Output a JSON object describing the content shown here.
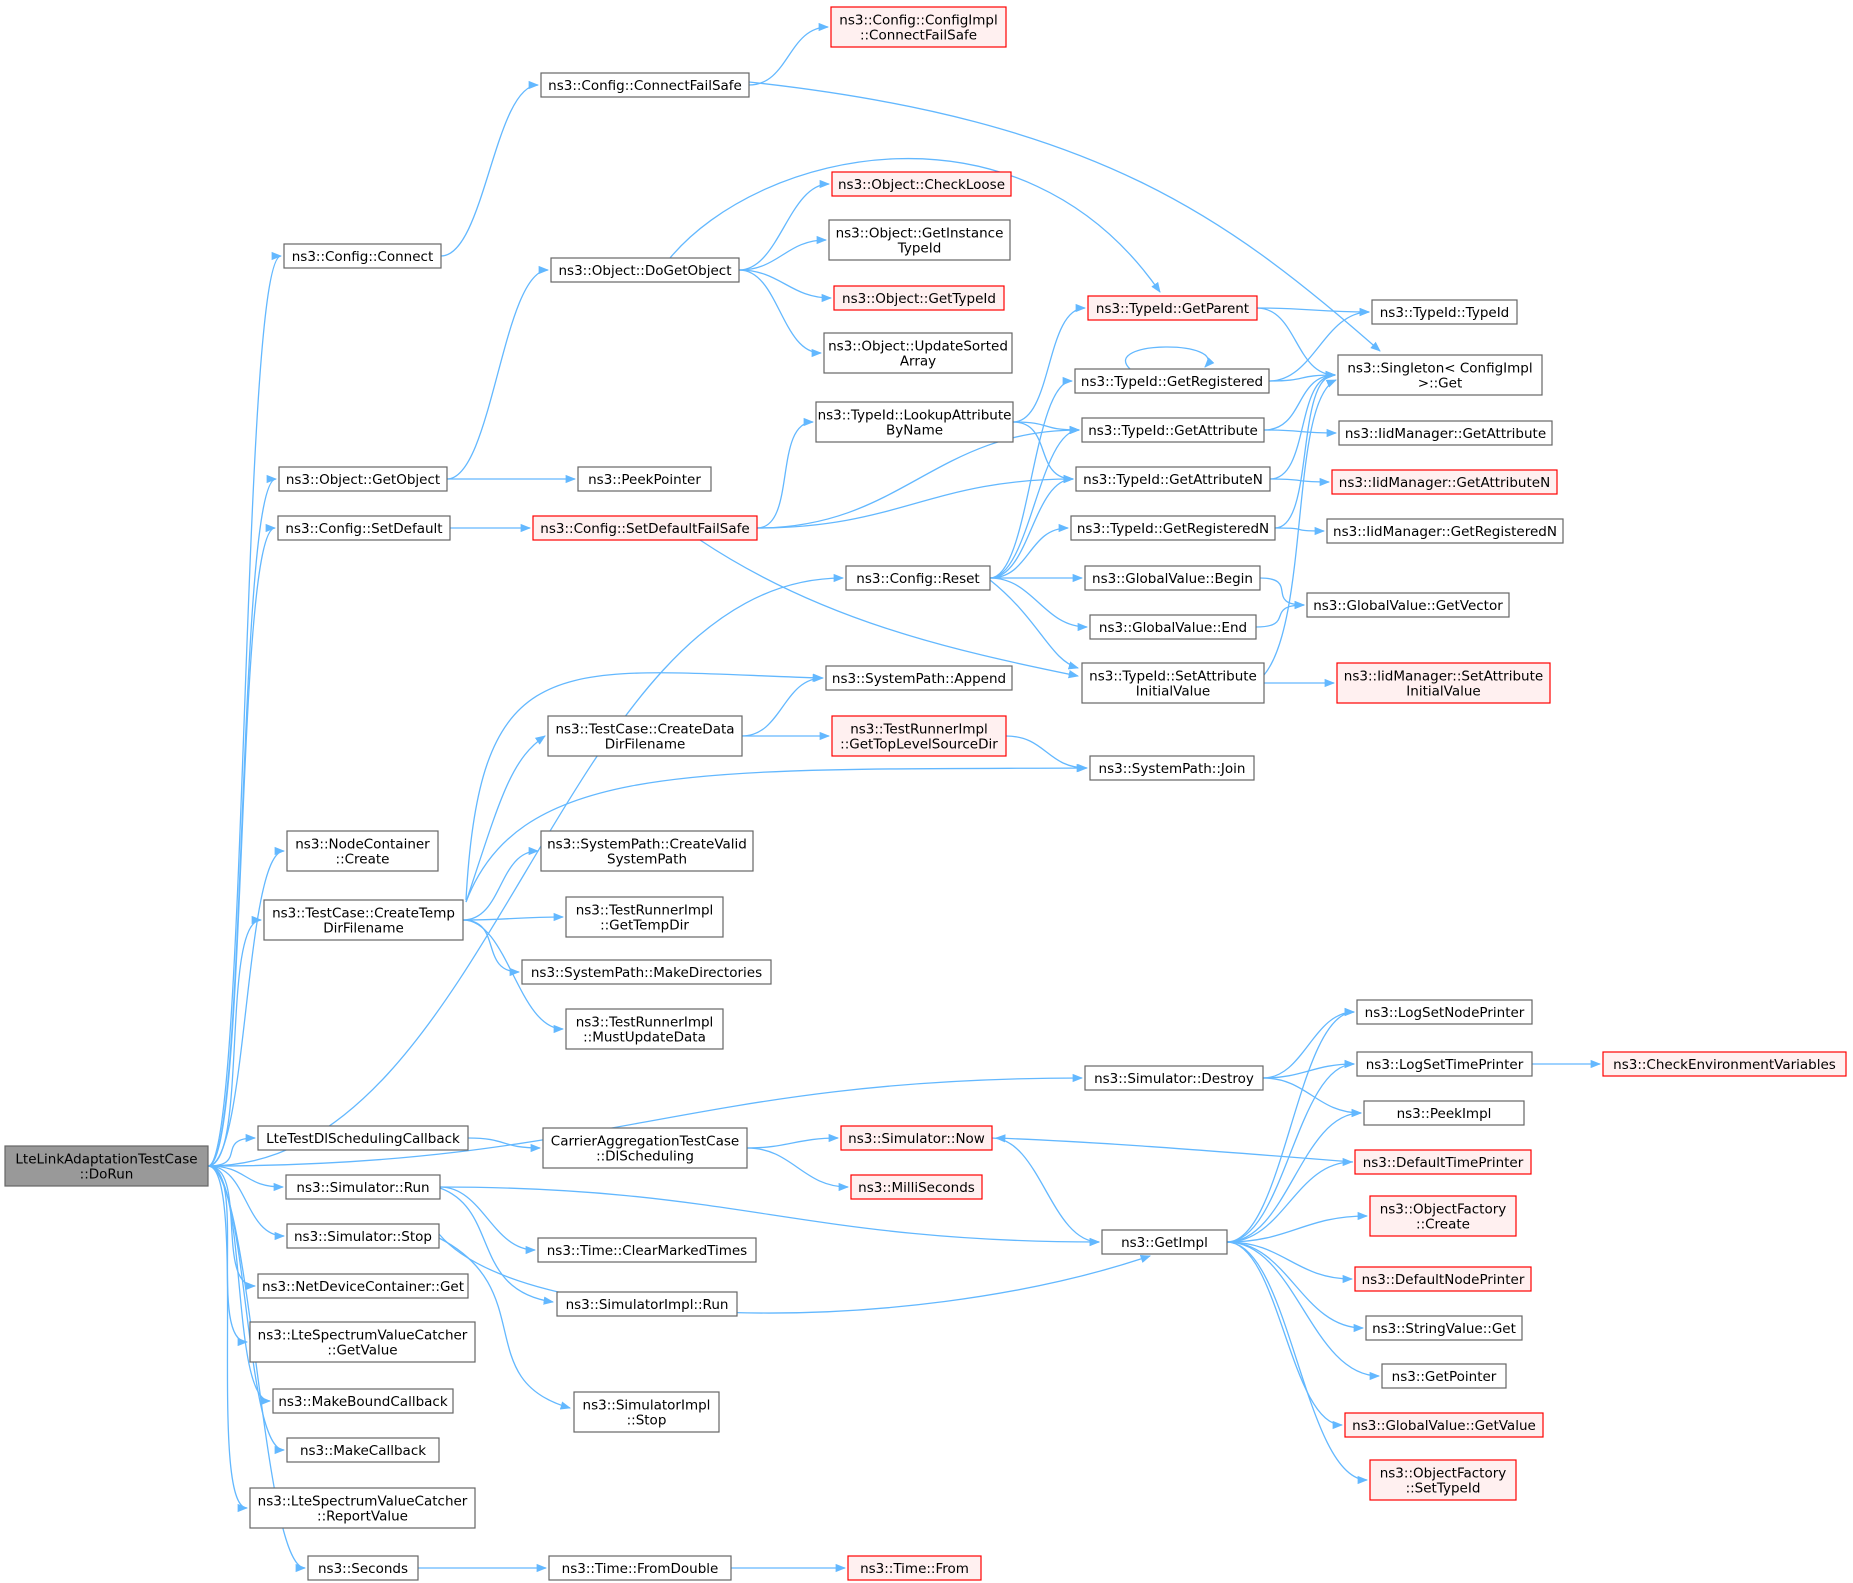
{
  "colors": {
    "edge": "#63b8ff",
    "node_fill": "#ffffff",
    "node_border": "#666666",
    "focus_fill": "#999999",
    "focus_border": "#666666",
    "truncated_fill": "#fff0f0",
    "truncated_border": "#ff0000",
    "text": "#000000"
  },
  "nodes": [
    {
      "id": "doRun",
      "lines": [
        "LteLinkAdaptationTestCase",
        "::DoRun"
      ],
      "style": "focus"
    },
    {
      "id": "cfgConnect",
      "lines": [
        "ns3::Config::Connect"
      ],
      "style": "normal"
    },
    {
      "id": "cfgConnectFS",
      "lines": [
        "ns3::Config::ConnectFailSafe"
      ],
      "style": "normal"
    },
    {
      "id": "cfgImplConnFS",
      "lines": [
        "ns3::Config::ConfigImpl",
        "::ConnectFailSafe"
      ],
      "style": "truncated"
    },
    {
      "id": "objGetObject",
      "lines": [
        "ns3::Object::GetObject"
      ],
      "style": "normal"
    },
    {
      "id": "objDoGetObject",
      "lines": [
        "ns3::Object::DoGetObject"
      ],
      "style": "normal"
    },
    {
      "id": "objCheckLoose",
      "lines": [
        "ns3::Object::CheckLoose"
      ],
      "style": "truncated"
    },
    {
      "id": "objGetInst",
      "lines": [
        "ns3::Object::GetInstance",
        "TypeId"
      ],
      "style": "normal"
    },
    {
      "id": "objGetTypeId",
      "lines": [
        "ns3::Object::GetTypeId"
      ],
      "style": "truncated"
    },
    {
      "id": "objUpdSorted",
      "lines": [
        "ns3::Object::UpdateSorted",
        "Array"
      ],
      "style": "normal"
    },
    {
      "id": "peekPointer",
      "lines": [
        "ns3::PeekPointer"
      ],
      "style": "normal"
    },
    {
      "id": "cfgSetDefault",
      "lines": [
        "ns3::Config::SetDefault"
      ],
      "style": "normal"
    },
    {
      "id": "cfgSetDefaultFS",
      "lines": [
        "ns3::Config::SetDefaultFailSafe"
      ],
      "style": "truncated"
    },
    {
      "id": "tidLookup",
      "lines": [
        "ns3::TypeId::LookupAttribute",
        "ByName"
      ],
      "style": "normal"
    },
    {
      "id": "tidGetParent",
      "lines": [
        "ns3::TypeId::GetParent"
      ],
      "style": "truncated"
    },
    {
      "id": "tidTypeId",
      "lines": [
        "ns3::TypeId::TypeId"
      ],
      "style": "normal"
    },
    {
      "id": "tidGetRegistered",
      "lines": [
        "ns3::TypeId::GetRegistered"
      ],
      "style": "normal"
    },
    {
      "id": "singletonGet",
      "lines": [
        "ns3::Singleton< ConfigImpl",
        " >::Get"
      ],
      "style": "normal"
    },
    {
      "id": "tidGetAttribute",
      "lines": [
        "ns3::TypeId::GetAttribute"
      ],
      "style": "normal"
    },
    {
      "id": "iidGetAttribute",
      "lines": [
        "ns3::IidManager::GetAttribute"
      ],
      "style": "normal"
    },
    {
      "id": "tidGetAttributeN",
      "lines": [
        "ns3::TypeId::GetAttributeN"
      ],
      "style": "normal"
    },
    {
      "id": "iidGetAttributeN",
      "lines": [
        "ns3::IidManager::GetAttributeN"
      ],
      "style": "truncated"
    },
    {
      "id": "tidGetRegisteredN",
      "lines": [
        "ns3::TypeId::GetRegisteredN"
      ],
      "style": "normal"
    },
    {
      "id": "iidGetRegisteredN",
      "lines": [
        "ns3::IidManager::GetRegisteredN"
      ],
      "style": "normal"
    },
    {
      "id": "cfgReset",
      "lines": [
        "ns3::Config::Reset"
      ],
      "style": "normal"
    },
    {
      "id": "gvBegin",
      "lines": [
        "ns3::GlobalValue::Begin"
      ],
      "style": "normal"
    },
    {
      "id": "gvGetVector",
      "lines": [
        "ns3::GlobalValue::GetVector"
      ],
      "style": "normal"
    },
    {
      "id": "gvEnd",
      "lines": [
        "ns3::GlobalValue::End"
      ],
      "style": "normal"
    },
    {
      "id": "tidSetAttrInit",
      "lines": [
        "ns3::TypeId::SetAttribute",
        "InitialValue"
      ],
      "style": "normal"
    },
    {
      "id": "iidSetAttrInit",
      "lines": [
        "ns3::IidManager::SetAttribute",
        "InitialValue"
      ],
      "style": "truncated"
    },
    {
      "id": "spAppend",
      "lines": [
        "ns3::SystemPath::Append"
      ],
      "style": "normal"
    },
    {
      "id": "tcCreateData",
      "lines": [
        "ns3::TestCase::CreateData",
        "DirFilename"
      ],
      "style": "normal"
    },
    {
      "id": "trGetTopLevel",
      "lines": [
        "ns3::TestRunnerImpl",
        "::GetTopLevelSourceDir"
      ],
      "style": "truncated"
    },
    {
      "id": "spJoin",
      "lines": [
        "ns3::SystemPath::Join"
      ],
      "style": "normal"
    },
    {
      "id": "ncCreate",
      "lines": [
        "ns3::NodeContainer",
        "::Create"
      ],
      "style": "normal"
    },
    {
      "id": "spCreateValid",
      "lines": [
        "ns3::SystemPath::CreateValid",
        "SystemPath"
      ],
      "style": "normal"
    },
    {
      "id": "tcCreateTemp",
      "lines": [
        "ns3::TestCase::CreateTemp",
        "DirFilename"
      ],
      "style": "normal"
    },
    {
      "id": "trGetTempDir",
      "lines": [
        "ns3::TestRunnerImpl",
        "::GetTempDir"
      ],
      "style": "normal"
    },
    {
      "id": "spMakeDirs",
      "lines": [
        "ns3::SystemPath::MakeDirectories"
      ],
      "style": "normal"
    },
    {
      "id": "trMustUpdate",
      "lines": [
        "ns3::TestRunnerImpl",
        "::MustUpdateData"
      ],
      "style": "normal"
    },
    {
      "id": "logSetNode",
      "lines": [
        "ns3::LogSetNodePrinter"
      ],
      "style": "normal"
    },
    {
      "id": "simDestroy",
      "lines": [
        "ns3::Simulator::Destroy"
      ],
      "style": "normal"
    },
    {
      "id": "logSetTime",
      "lines": [
        "ns3::LogSetTimePrinter"
      ],
      "style": "normal"
    },
    {
      "id": "checkEnv",
      "lines": [
        "ns3::CheckEnvironmentVariables"
      ],
      "style": "truncated"
    },
    {
      "id": "peekImpl",
      "lines": [
        "ns3::PeekImpl"
      ],
      "style": "normal"
    },
    {
      "id": "lteTestDl",
      "lines": [
        "LteTestDlSchedulingCallback"
      ],
      "style": "normal"
    },
    {
      "id": "caDlSched",
      "lines": [
        "CarrierAggregationTestCase",
        "::DlScheduling"
      ],
      "style": "normal"
    },
    {
      "id": "simNow",
      "lines": [
        "ns3::Simulator::Now"
      ],
      "style": "truncated"
    },
    {
      "id": "defTimePrinter",
      "lines": [
        "ns3::DefaultTimePrinter"
      ],
      "style": "truncated"
    },
    {
      "id": "simRun",
      "lines": [
        "ns3::Simulator::Run"
      ],
      "style": "normal"
    },
    {
      "id": "milliSeconds",
      "lines": [
        "ns3::MilliSeconds"
      ],
      "style": "truncated"
    },
    {
      "id": "ofCreate",
      "lines": [
        "ns3::ObjectFactory",
        "::Create"
      ],
      "style": "truncated"
    },
    {
      "id": "simStop",
      "lines": [
        "ns3::Simulator::Stop"
      ],
      "style": "normal"
    },
    {
      "id": "timeClear",
      "lines": [
        "ns3::Time::ClearMarkedTimes"
      ],
      "style": "normal"
    },
    {
      "id": "getImpl",
      "lines": [
        "ns3::GetImpl"
      ],
      "style": "normal"
    },
    {
      "id": "defNodePrinter",
      "lines": [
        "ns3::DefaultNodePrinter"
      ],
      "style": "truncated"
    },
    {
      "id": "ndcGet",
      "lines": [
        "ns3::NetDeviceContainer::Get"
      ],
      "style": "normal"
    },
    {
      "id": "simImplRun",
      "lines": [
        "ns3::SimulatorImpl::Run"
      ],
      "style": "normal"
    },
    {
      "id": "strValGet",
      "lines": [
        "ns3::StringValue::Get"
      ],
      "style": "normal"
    },
    {
      "id": "ltsGetValue",
      "lines": [
        "ns3::LteSpectrumValueCatcher",
        "::GetValue"
      ],
      "style": "normal"
    },
    {
      "id": "getPointer",
      "lines": [
        "ns3::GetPointer"
      ],
      "style": "normal"
    },
    {
      "id": "makeBound",
      "lines": [
        "ns3::MakeBoundCallback"
      ],
      "style": "normal"
    },
    {
      "id": "simImplStop",
      "lines": [
        "ns3::SimulatorImpl",
        "::Stop"
      ],
      "style": "normal"
    },
    {
      "id": "gvGetValue",
      "lines": [
        "ns3::GlobalValue::GetValue"
      ],
      "style": "truncated"
    },
    {
      "id": "makeCallback",
      "lines": [
        "ns3::MakeCallback"
      ],
      "style": "normal"
    },
    {
      "id": "ofSetTypeId",
      "lines": [
        "ns3::ObjectFactory",
        "::SetTypeId"
      ],
      "style": "truncated"
    },
    {
      "id": "ltsReport",
      "lines": [
        "ns3::LteSpectrumValueCatcher",
        "::ReportValue"
      ],
      "style": "normal"
    },
    {
      "id": "seconds",
      "lines": [
        "ns3::Seconds"
      ],
      "style": "normal"
    },
    {
      "id": "timeFromDouble",
      "lines": [
        "ns3::Time::FromDouble"
      ],
      "style": "normal"
    },
    {
      "id": "timeFrom",
      "lines": [
        "ns3::Time::From"
      ],
      "style": "truncated"
    }
  ],
  "edges": [
    [
      "doRun",
      "cfgConnect"
    ],
    [
      "doRun",
      "objGetObject"
    ],
    [
      "doRun",
      "cfgSetDefault"
    ],
    [
      "doRun",
      "cfgReset"
    ],
    [
      "doRun",
      "ncCreate"
    ],
    [
      "doRun",
      "tcCreateTemp"
    ],
    [
      "doRun",
      "simDestroy"
    ],
    [
      "doRun",
      "lteTestDl"
    ],
    [
      "doRun",
      "simRun"
    ],
    [
      "doRun",
      "simStop"
    ],
    [
      "doRun",
      "ndcGet"
    ],
    [
      "doRun",
      "ltsGetValue"
    ],
    [
      "doRun",
      "makeBound"
    ],
    [
      "doRun",
      "makeCallback"
    ],
    [
      "doRun",
      "ltsReport"
    ],
    [
      "doRun",
      "seconds"
    ],
    [
      "cfgConnect",
      "cfgConnectFS"
    ],
    [
      "cfgConnectFS",
      "cfgImplConnFS"
    ],
    [
      "cfgConnectFS",
      "singletonGet"
    ],
    [
      "objGetObject",
      "objDoGetObject"
    ],
    [
      "objGetObject",
      "peekPointer"
    ],
    [
      "objDoGetObject",
      "objCheckLoose"
    ],
    [
      "objDoGetObject",
      "objGetInst"
    ],
    [
      "objDoGetObject",
      "objGetTypeId"
    ],
    [
      "objDoGetObject",
      "objUpdSorted"
    ],
    [
      "objDoGetObject",
      "tidGetParent"
    ],
    [
      "cfgSetDefault",
      "cfgSetDefaultFS"
    ],
    [
      "cfgSetDefaultFS",
      "tidLookup"
    ],
    [
      "cfgSetDefaultFS",
      "tidGetAttribute"
    ],
    [
      "cfgSetDefaultFS",
      "tidGetAttributeN"
    ],
    [
      "cfgSetDefaultFS",
      "tidSetAttrInit"
    ],
    [
      "tidLookup",
      "tidGetParent"
    ],
    [
      "tidLookup",
      "tidGetAttribute"
    ],
    [
      "tidLookup",
      "tidGetAttributeN"
    ],
    [
      "tidGetParent",
      "tidTypeId"
    ],
    [
      "tidGetParent",
      "singletonGet"
    ],
    [
      "tidGetRegistered",
      "tidGetRegistered"
    ],
    [
      "tidGetRegistered",
      "tidTypeId"
    ],
    [
      "tidGetRegistered",
      "singletonGet"
    ],
    [
      "tidGetAttribute",
      "singletonGet"
    ],
    [
      "tidGetAttribute",
      "iidGetAttribute"
    ],
    [
      "tidGetAttributeN",
      "singletonGet"
    ],
    [
      "tidGetAttributeN",
      "iidGetAttributeN"
    ],
    [
      "tidGetRegisteredN",
      "singletonGet"
    ],
    [
      "tidGetRegisteredN",
      "iidGetRegisteredN"
    ],
    [
      "cfgReset",
      "tidGetRegistered"
    ],
    [
      "cfgReset",
      "tidGetAttribute"
    ],
    [
      "cfgReset",
      "tidGetAttributeN"
    ],
    [
      "cfgReset",
      "tidGetRegisteredN"
    ],
    [
      "cfgReset",
      "gvBegin"
    ],
    [
      "cfgReset",
      "gvEnd"
    ],
    [
      "cfgReset",
      "tidSetAttrInit"
    ],
    [
      "gvBegin",
      "gvGetVector"
    ],
    [
      "gvEnd",
      "gvGetVector"
    ],
    [
      "tidSetAttrInit",
      "singletonGet"
    ],
    [
      "tidSetAttrInit",
      "iidSetAttrInit"
    ],
    [
      "tcCreateTemp",
      "spAppend"
    ],
    [
      "tcCreateTemp",
      "tcCreateData"
    ],
    [
      "tcCreateTemp",
      "spJoin"
    ],
    [
      "tcCreateTemp",
      "spCreateValid"
    ],
    [
      "tcCreateTemp",
      "trGetTempDir"
    ],
    [
      "tcCreateTemp",
      "spMakeDirs"
    ],
    [
      "tcCreateTemp",
      "trMustUpdate"
    ],
    [
      "tcCreateData",
      "spAppend"
    ],
    [
      "tcCreateData",
      "trGetTopLevel"
    ],
    [
      "trGetTopLevel",
      "spJoin"
    ],
    [
      "simDestroy",
      "logSetNode"
    ],
    [
      "simDestroy",
      "logSetTime"
    ],
    [
      "simDestroy",
      "peekImpl"
    ],
    [
      "logSetTime",
      "checkEnv"
    ],
    [
      "lteTestDl",
      "caDlSched"
    ],
    [
      "caDlSched",
      "simNow"
    ],
    [
      "caDlSched",
      "milliSeconds"
    ],
    [
      "simNow",
      "getImpl"
    ],
    [
      "defTimePrinter",
      "simNow"
    ],
    [
      "simRun",
      "getImpl"
    ],
    [
      "simRun",
      "timeClear"
    ],
    [
      "simRun",
      "simImplRun"
    ],
    [
      "simStop",
      "getImpl"
    ],
    [
      "simStop",
      "simImplStop"
    ],
    [
      "getImpl",
      "logSetNode"
    ],
    [
      "getImpl",
      "logSetTime"
    ],
    [
      "getImpl",
      "peekImpl"
    ],
    [
      "getImpl",
      "defTimePrinter"
    ],
    [
      "getImpl",
      "ofCreate"
    ],
    [
      "getImpl",
      "defNodePrinter"
    ],
    [
      "getImpl",
      "strValGet"
    ],
    [
      "getImpl",
      "getPointer"
    ],
    [
      "getImpl",
      "gvGetValue"
    ],
    [
      "getImpl",
      "ofSetTypeId"
    ],
    [
      "seconds",
      "timeFromDouble"
    ],
    [
      "timeFromDouble",
      "timeFrom"
    ]
  ]
}
